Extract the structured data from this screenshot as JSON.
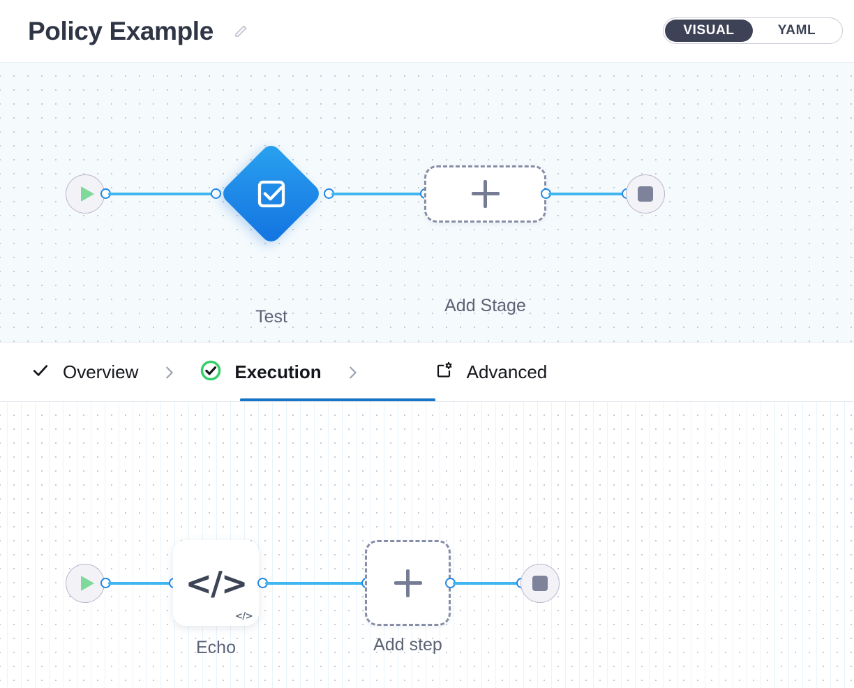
{
  "header": {
    "title": "Policy Example",
    "edit_icon": "pencil-icon",
    "mode_toggle": {
      "options": [
        "VISUAL",
        "YAML"
      ],
      "selected": "VISUAL",
      "active_bg": "#3d4256"
    }
  },
  "stage_canvas": {
    "start_node": {
      "icon": "play-icon",
      "color": "#7fd99a"
    },
    "stage": {
      "label": "Test",
      "icon": "check-square-icon",
      "color": "#1f8ae8"
    },
    "add_stage": {
      "label": "Add Stage",
      "icon": "plus-icon"
    },
    "end_node": {
      "icon": "stop-icon",
      "color": "#7e829a"
    },
    "edge_color": "#3fb6f0"
  },
  "tabs": {
    "items": [
      {
        "label": "Overview",
        "icon": "check-icon",
        "active": false
      },
      {
        "label": "Execution",
        "icon": "check-circle-icon",
        "active": true
      },
      {
        "label": "Advanced",
        "icon": "window-gear-icon",
        "active": false
      }
    ],
    "separator_icon": "chevron-right-icon",
    "active_underline_color": "#1574c8",
    "active_check_color": "#35cf6a"
  },
  "step_canvas": {
    "start_node": {
      "icon": "play-icon",
      "color": "#7fd99a"
    },
    "step": {
      "label": "Echo",
      "icon": "code-icon",
      "glyph": "</>",
      "badge": "</>"
    },
    "add_step": {
      "label": "Add step",
      "icon": "plus-icon"
    },
    "end_node": {
      "icon": "stop-icon",
      "color": "#7e829a"
    },
    "edge_color": "#3fb6f0"
  }
}
